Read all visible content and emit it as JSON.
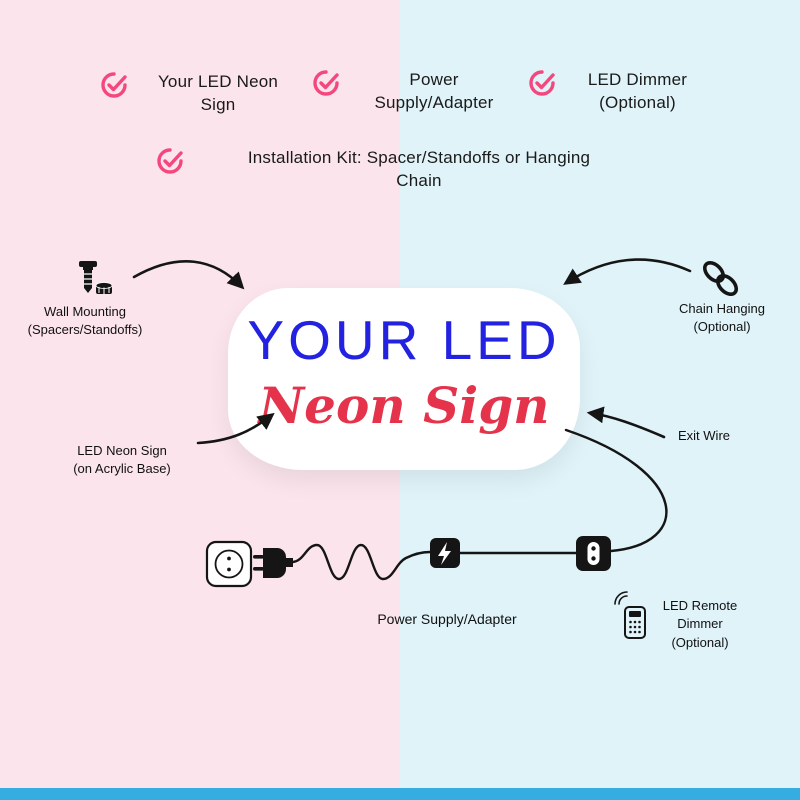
{
  "colors": {
    "bg_left": "#FBE4EC",
    "bg_right": "#DFF3F9",
    "accent_check": "#F4477E",
    "sign_blue": "#2222E0",
    "sign_red": "#E5334B",
    "line_ink": "#151515",
    "bottom_bar": "#36ADE0"
  },
  "checklist": {
    "items": [
      {
        "line1": "Your LED Neon",
        "line2": "Sign"
      },
      {
        "line1": "Power",
        "line2": "Supply/Adapter"
      },
      {
        "line1": "LED Dimmer",
        "line2": "(Optional)"
      },
      {
        "line1": "Installation Kit: Spacer/Standoffs or Hanging",
        "line2": "Chain"
      }
    ]
  },
  "sign": {
    "line1": "YOUR LED",
    "line2": "Neon Sign"
  },
  "labels": {
    "wall_mounting": {
      "line1": "Wall Mounting",
      "line2": "(Spacers/Standoffs)"
    },
    "chain_hanging": {
      "line1": "Chain Hanging",
      "line2": "(Optional)"
    },
    "neon_sign": {
      "line1": "LED Neon Sign",
      "line2": "(on Acrylic Base)"
    },
    "exit_wire": "Exit Wire",
    "power_supply": "Power Supply/Adapter",
    "remote_dimmer": {
      "line1": "LED Remote",
      "line2": "Dimmer",
      "line3": "(Optional)"
    }
  }
}
